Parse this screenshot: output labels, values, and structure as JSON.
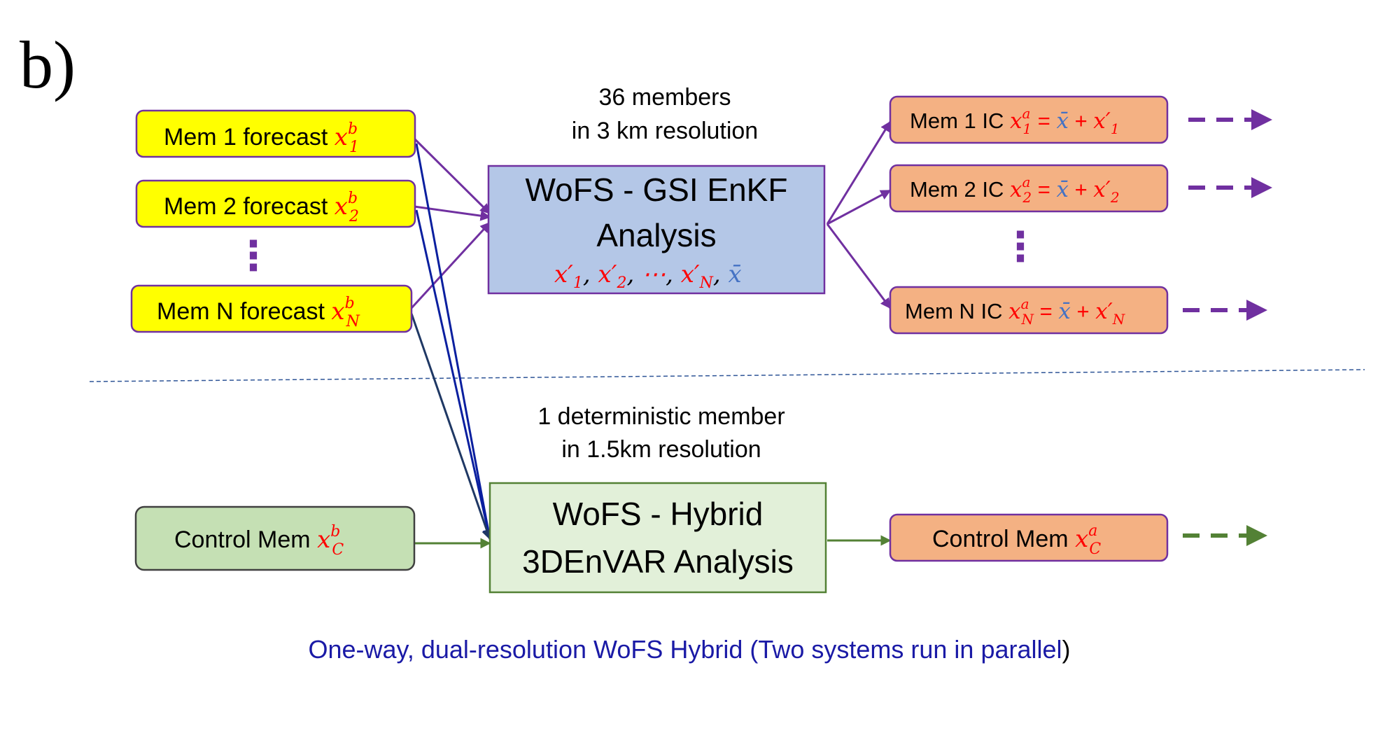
{
  "panel_label": "b)",
  "top_caption": {
    "line1": "36 members",
    "line2": "in 3 km resolution"
  },
  "bottom_caption": {
    "line1": "1 deterministic member",
    "line2": "in 1.5km resolution"
  },
  "forecasts": {
    "mem1": {
      "text": "Mem 1 forecast ",
      "var": "x",
      "sup": "b",
      "sub": "1"
    },
    "mem2": {
      "text": "Mem 2 forecast ",
      "var": "x",
      "sup": "b",
      "sub": "2"
    },
    "memN": {
      "text": "Mem N forecast ",
      "var": "x",
      "sup": "b",
      "sub": "N"
    },
    "control": {
      "text": "Control Mem ",
      "var": "x",
      "sup": "b",
      "sub": "C"
    }
  },
  "enkf_box": {
    "line1": "WoFS - GSI EnKF",
    "line2": "Analysis",
    "perturbations": {
      "p1": "x′",
      "s1": "1",
      "p2": "x′",
      "s2": "2",
      "dots": "⋯",
      "pN": "x′",
      "sN": "N",
      "mean": "x̄"
    }
  },
  "hybrid_box": {
    "line1": "WoFS - Hybrid",
    "line2": "3DEnVAR Analysis"
  },
  "ic_boxes": {
    "ic1": {
      "text": "Mem 1 IC ",
      "lhs": "x",
      "sup": "a",
      "sub": "1",
      "eq": " = ",
      "mean": "x̄",
      "plus": " + ",
      "pert": "x′",
      "psub": "1"
    },
    "ic2": {
      "text": "Mem 2 IC ",
      "lhs": "x",
      "sup": "a",
      "sub": "2",
      "eq": " = ",
      "mean": "x̄",
      "plus": " + ",
      "pert": "x′",
      "psub": "2"
    },
    "icN": {
      "text": "Mem N IC ",
      "lhs": "x",
      "sup": "a",
      "sub": "N",
      "eq": " = ",
      "mean": "x̄",
      "plus": " + ",
      "pert": "x′",
      "psub": "N"
    },
    "control": {
      "text": "Control Mem ",
      "var": "x",
      "sup": "a",
      "sub": "C"
    }
  },
  "vertical_ellipsis": "⋮",
  "footer": {
    "text": "One-way, dual-resolution WoFS Hybrid (Two systems run in parallel",
    "close": ")"
  },
  "colors": {
    "forecast_fill": "#ffff00",
    "forecast_border": "#7030a0",
    "enkf_fill": "#b4c7e7",
    "enkf_border": "#7030a0",
    "hybrid_fill": "#e2f0d9",
    "hybrid_border": "#538135",
    "control_fill": "#c5e0b4",
    "control_border": "#404040",
    "ic_fill": "#f4b183",
    "ic_border": "#7030a0",
    "purple_arrow": "#7030a0",
    "blue_arrow": "#0a1f9f",
    "dark_arrow": "#1f3864",
    "green_arrow": "#538135",
    "math_red": "#ff0000",
    "math_blue": "#4472c4",
    "footer_blue": "#1a1aa6"
  }
}
